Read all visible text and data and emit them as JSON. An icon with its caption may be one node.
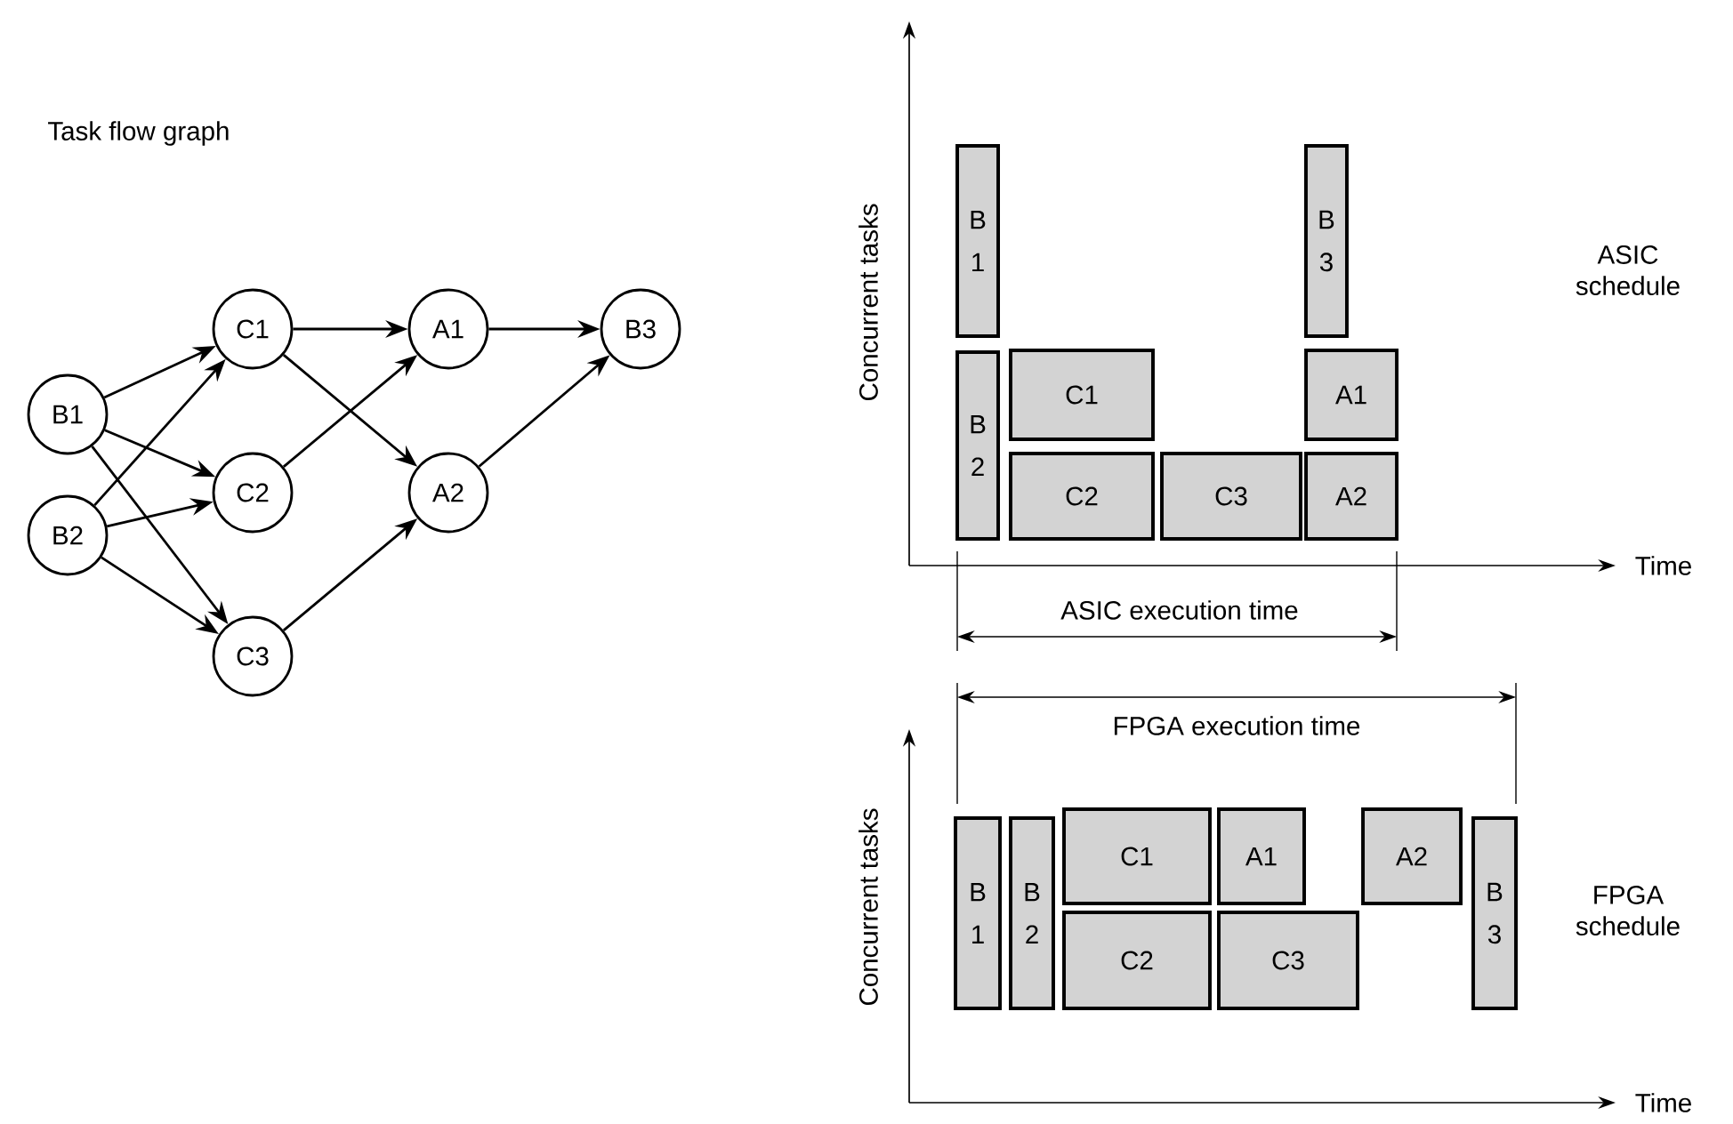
{
  "diagram": {
    "nodes": [
      {
        "text": [
          "B1"
        ]
      },
      {
        "text": [
          "B2"
        ]
      },
      {
        "text": [
          "C1"
        ]
      },
      {
        "text": [
          "C2"
        ]
      },
      {
        "text": [
          "C3"
        ]
      },
      {
        "text": [
          "A1"
        ]
      },
      {
        "text": [
          "A2"
        ]
      },
      {
        "text": [
          "B3"
        ]
      },
      {
        "text": [
          "B 1"
        ]
      },
      {
        "text": [
          "B 3"
        ]
      },
      {
        "text": [
          "B 2"
        ]
      },
      {
        "text": [
          "C1"
        ]
      },
      {
        "text": [
          "A1"
        ]
      },
      {
        "text": [
          "C2"
        ]
      },
      {
        "text": [
          "C3"
        ]
      },
      {
        "text": [
          "A2"
        ]
      },
      {
        "text": [
          "B 1"
        ]
      },
      {
        "text": [
          "B 2"
        ]
      },
      {
        "text": [
          "C1"
        ]
      },
      {
        "text": [
          "A1"
        ]
      },
      {
        "text": [
          "A2"
        ]
      },
      {
        "text": [
          "B 3"
        ]
      },
      {
        "text": [
          "C2"
        ]
      },
      {
        "text": [
          "C3"
        ]
      }
    ],
    "edges": [
      {
        "from": 0,
        "to": 2,
        "arrow": "to"
      },
      {
        "from": 0,
        "to": 3,
        "arrow": "to"
      },
      {
        "from": 0,
        "to": 4,
        "arrow": "to"
      },
      {
        "from": 1,
        "to": 2,
        "arrow": "to"
      },
      {
        "from": 1,
        "to": 3,
        "arrow": "to"
      },
      {
        "from": 1,
        "to": 4,
        "arrow": "to"
      },
      {
        "from": 2,
        "to": 5,
        "arrow": "to"
      },
      {
        "from": 2,
        "to": 6,
        "arrow": "to"
      },
      {
        "from": 3,
        "to": 5,
        "arrow": "to"
      },
      {
        "from": 4,
        "to": 6,
        "arrow": "to"
      },
      {
        "from": 5,
        "to": 7,
        "arrow": "to"
      },
      {
        "from": 6,
        "to": 7,
        "arrow": "to"
      }
    ],
    "labels": [
      "Task flow graph",
      "Concurrent tasks",
      "ASIC schedule",
      "Time",
      "ASIC execution time",
      "FPGA execution time",
      "Concurrent tasks",
      "FPGA schedule",
      "Time"
    ]
  }
}
